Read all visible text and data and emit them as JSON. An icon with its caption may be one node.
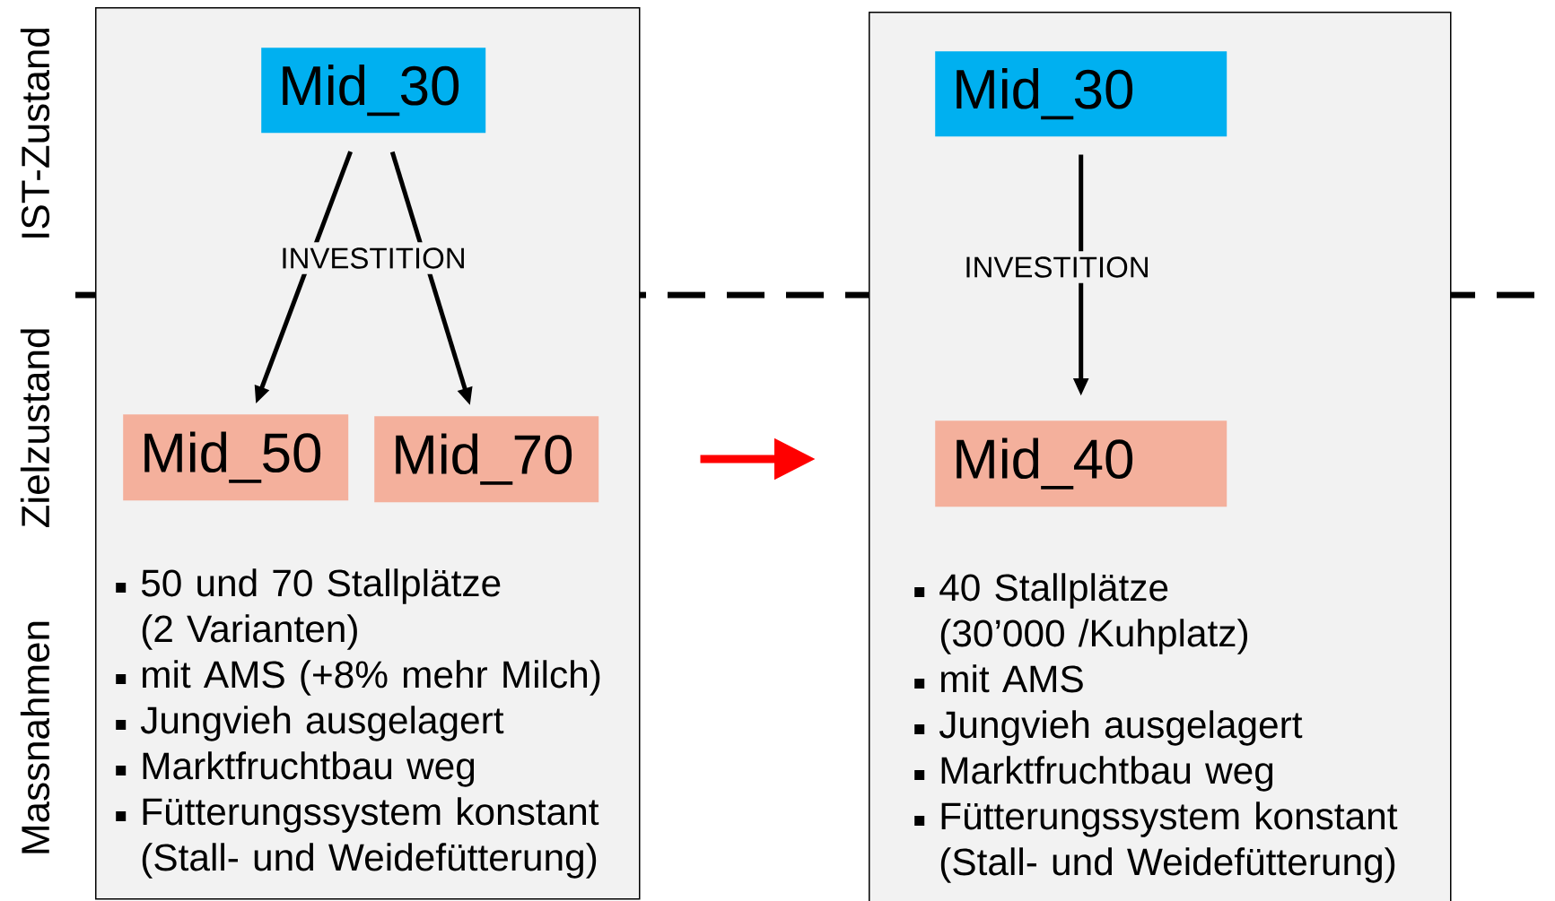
{
  "diagram": {
    "nodes": [
      {
        "text": [
          "50 und 70 Stallplätze (2 Varianten)",
          "mit AMS (+8% mehr Milch)",
          "Jungvieh ausgelagert",
          "Marktfruchtbau weg",
          "Fütterungssystem konstant (Stall- und Weidefütterung)"
        ]
      },
      {
        "text": [
          "Mid_30"
        ],
        "in": 0
      },
      {
        "text": [
          "Mid_50"
        ],
        "in": 0
      },
      {
        "text": [
          "Mid_70"
        ],
        "in": 0
      },
      {
        "text": [
          "40 Stallplätze (30’000 /Kuhplatz)",
          "mit AMS",
          "Jungvieh  ausgelagert",
          "Marktfruchtbau weg",
          "Fütterungssystem konstant (Stall- und Weidefütterung)"
        ]
      },
      {
        "text": [
          "Mid_30"
        ],
        "in": 4
      },
      {
        "text": [
          "Mid_40"
        ],
        "in": 4
      }
    ],
    "edges": [
      {
        "from": 1,
        "to": 2,
        "arrow": "to"
      },
      {
        "from": 1,
        "to": 3,
        "arrow": "to"
      },
      {
        "from": 5,
        "to": 6,
        "arrow": "to"
      },
      {
        "from": 0,
        "to": 4,
        "arrow": "to",
        "style": "thick",
        "color": "#ff0000"
      }
    ],
    "labels": [
      "IST-Zustand",
      "Zielzustand",
      "Massnahmen",
      "INVESTITION",
      "INVESTITION"
    ]
  }
}
